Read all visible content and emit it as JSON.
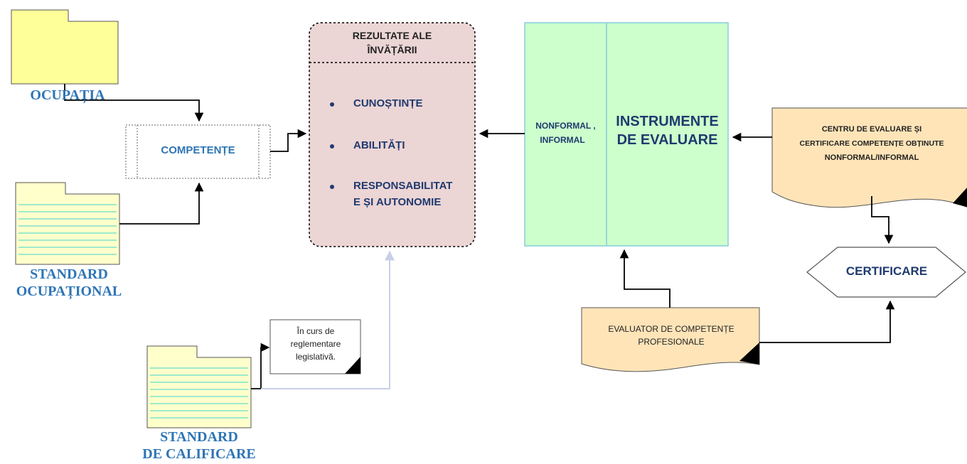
{
  "labels": {
    "ocupatia": "OCUPAȚIA",
    "standard_ocupational_1": "STANDARD",
    "standard_ocupational_2": "OCUPAȚIONAL",
    "standard_calificare_1": "STANDARD",
    "standard_calificare_2": "DE CALIFICARE",
    "competente": "COMPETENȚE",
    "in_curs": "În curs de reglementare legislativă."
  },
  "learning_outcomes": {
    "title": "REZULTATE ALE ÎNVĂȚĂRII",
    "items": [
      "CUNOȘTINȚE",
      "ABILITĂȚI",
      "RESPONSABILITATE ȘI AUTONOMIE"
    ],
    "items_display": [
      "CUNOȘTINȚE",
      "ABILITĂȚI",
      "RESPONSABILITAT",
      "E ȘI AUTONOMIE"
    ]
  },
  "assessment": {
    "nonformal": "NONFORMAL ,",
    "informal": "INFORMAL",
    "instrumente_1": "INSTRUMENTE",
    "instrumente_2": "DE EVALUARE"
  },
  "centre": {
    "line1": "CENTRU DE EVALUARE ȘI",
    "line2": "CERTIFICARE COMPETENȚE OBȚINUTE",
    "line3": "NONFORMAL/INFORMAL"
  },
  "certificare": "CERTIFICARE",
  "evaluator": {
    "line1": "EVALUATOR DE COMPETENȚE",
    "line2": "PROFESIONALE"
  },
  "colors": {
    "folder_yellow": "#ffff99",
    "folder_cream": "#ffffcc",
    "folder_lines": "#66ddcc",
    "outcomes_fill": "#ecd5d5",
    "assessment_fill": "#ccffcc",
    "document_fill": "#ffe4b8",
    "label_blue": "#2e75b6",
    "navy_text": "#1f3a6e"
  }
}
